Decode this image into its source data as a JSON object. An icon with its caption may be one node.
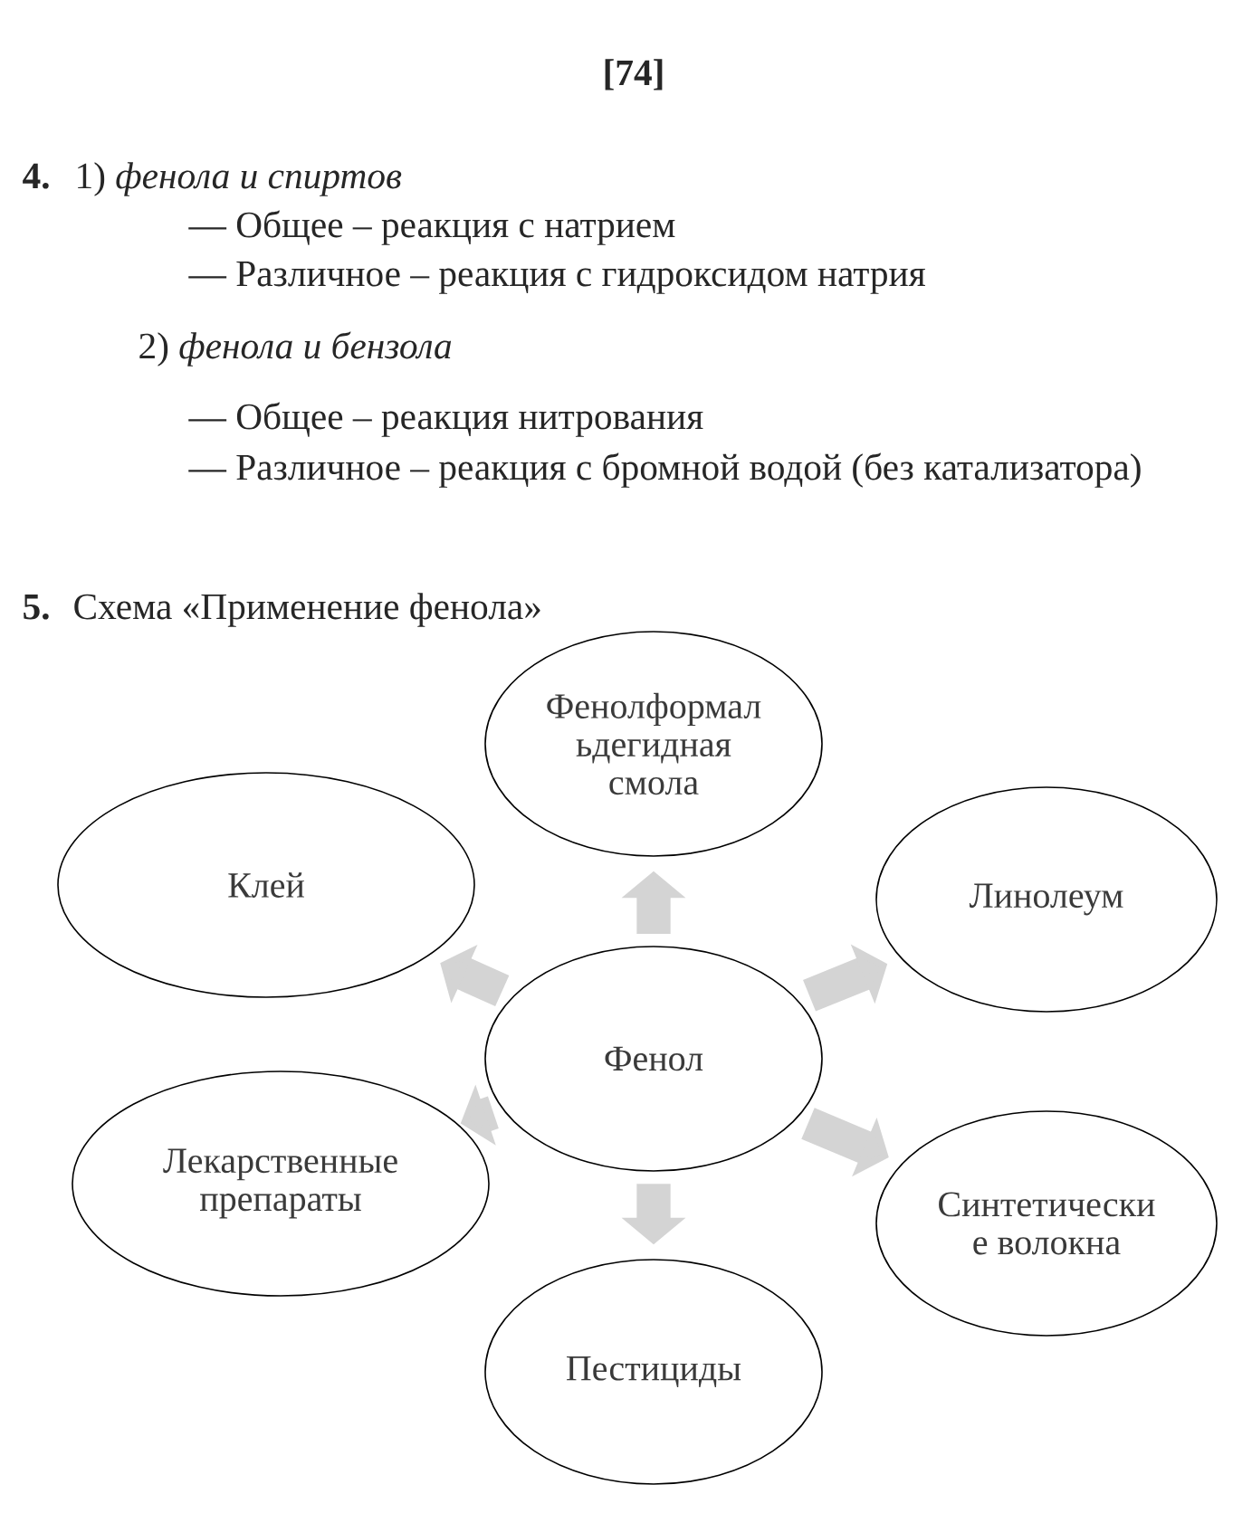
{
  "diagram": {
    "title": "Схема «Применение фенола»",
    "nodes": [
      {
        "text": [
          "Фенолформал ьдегидная смола"
        ]
      },
      {
        "text": [
          "Клей"
        ]
      },
      {
        "text": [
          "Линолеум"
        ]
      },
      {
        "text": [
          "Фенол"
        ]
      },
      {
        "text": [
          "Лекарственные препараты"
        ]
      },
      {
        "text": [
          "Синтетически е волокна"
        ]
      },
      {
        "text": [
          "Пестициды"
        ]
      }
    ],
    "edges": [
      {
        "from": 3,
        "to": 0,
        "arrow": "to"
      },
      {
        "from": 3,
        "to": 1,
        "arrow": "to"
      },
      {
        "from": 3,
        "to": 2,
        "arrow": "to"
      },
      {
        "from": 3,
        "to": 4,
        "arrow": "to"
      },
      {
        "from": 3,
        "to": 5,
        "arrow": "to"
      },
      {
        "from": 3,
        "to": 6,
        "arrow": "to"
      }
    ],
    "labels": [
      "[74]",
      "4.",
      "1) *фенола и спиртов*",
      "— Общее – реакция с натрием",
      "— Различное – реакция с гидроксидом натрия",
      "2) *фенола и бензола*",
      "— Общее – реакция нитрования",
      "— Различное – реакция с бромной водой (без катализатора)",
      "5."
    ]
  }
}
